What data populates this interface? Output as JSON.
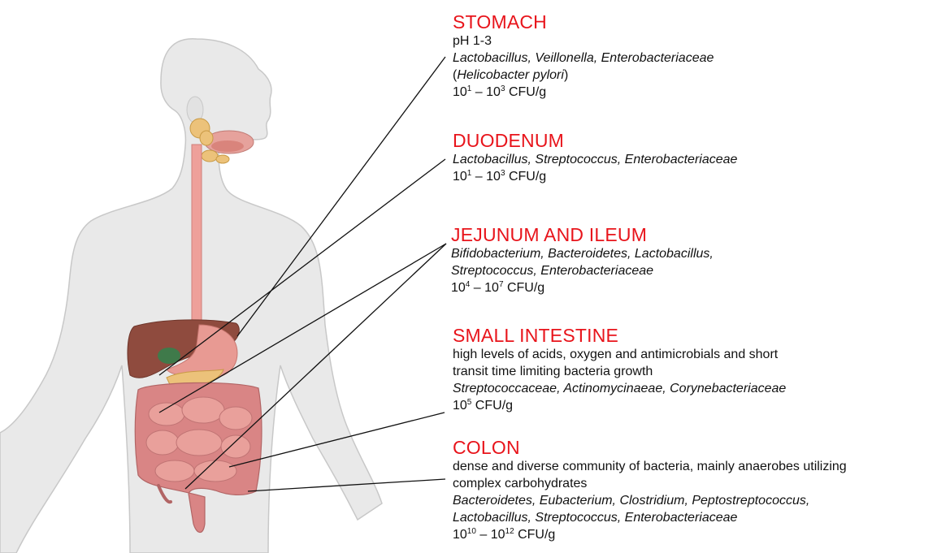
{
  "sections": {
    "stomach": {
      "title": "STOMACH",
      "ph": "pH 1-3",
      "bacteria": "Lactobacillus, Veillonella, Enterobacteriaceae",
      "paren_open": "(",
      "extra_bacteria": "Helicobacter pylori",
      "paren_close": ")",
      "cfu": {
        "base1": "10",
        "exp1": "1",
        "dash": " – ",
        "base2": "10",
        "exp2": "3",
        "unit": " CFU/g"
      }
    },
    "duodenum": {
      "title": "DUODENUM",
      "bacteria": "Lactobacillus, Streptococcus, Enterobacteriaceae",
      "cfu": {
        "base1": "10",
        "exp1": "1",
        "dash": " – ",
        "base2": "10",
        "exp2": "3",
        "unit": " CFU/g"
      }
    },
    "jejunum_ileum": {
      "title": "JEJUNUM AND ILEUM",
      "bacteria_1": "Bifidobacterium, Bacteroidetes, Lactobacillus,",
      "bacteria_2": "Streptococcus, Enterobacteriaceae",
      "cfu": {
        "base1": "10",
        "exp1": "4",
        "dash": " – ",
        "base2": "10",
        "exp2": "7",
        "unit": " CFU/g"
      }
    },
    "small_intestine": {
      "title": "SMALL INTESTINE",
      "desc_1": "high levels of acids, oxygen and antimicrobials and short",
      "desc_2": "transit time limiting bacteria growth",
      "bacteria": "Streptococcaceae, Actinomycinaeae, Corynebacteriaceae",
      "cfu": {
        "base": "10",
        "exp": "5",
        "unit": " CFU/g"
      }
    },
    "colon": {
      "title": "COLON",
      "desc_1": "dense and diverse community of bacteria, mainly anaerobes utilizing",
      "desc_2": "complex carbohydrates",
      "bacteria_1": "Bacteroidetes, Eubacterium, Clostridium, Peptostreptococcus,",
      "bacteria_2": "Lactobacillus, Streptococcus, Enterobacteriaceae",
      "cfu": {
        "base1": "10",
        "exp1": "10",
        "dash": " – ",
        "base2": "10",
        "exp2": "12",
        "unit": " CFU/g"
      }
    }
  },
  "colors": {
    "title_red": "#e8141b",
    "body_fill": "#e9e9e9",
    "body_outline": "#c8c8c8",
    "liver": "#8f4b3e",
    "stomach": "#e89a93",
    "intestine": "#d98585",
    "esophagus": "#eea09a",
    "glands": "#ecc27a",
    "gallbladder": "#3f7a4a",
    "leader_line": "#111111"
  }
}
